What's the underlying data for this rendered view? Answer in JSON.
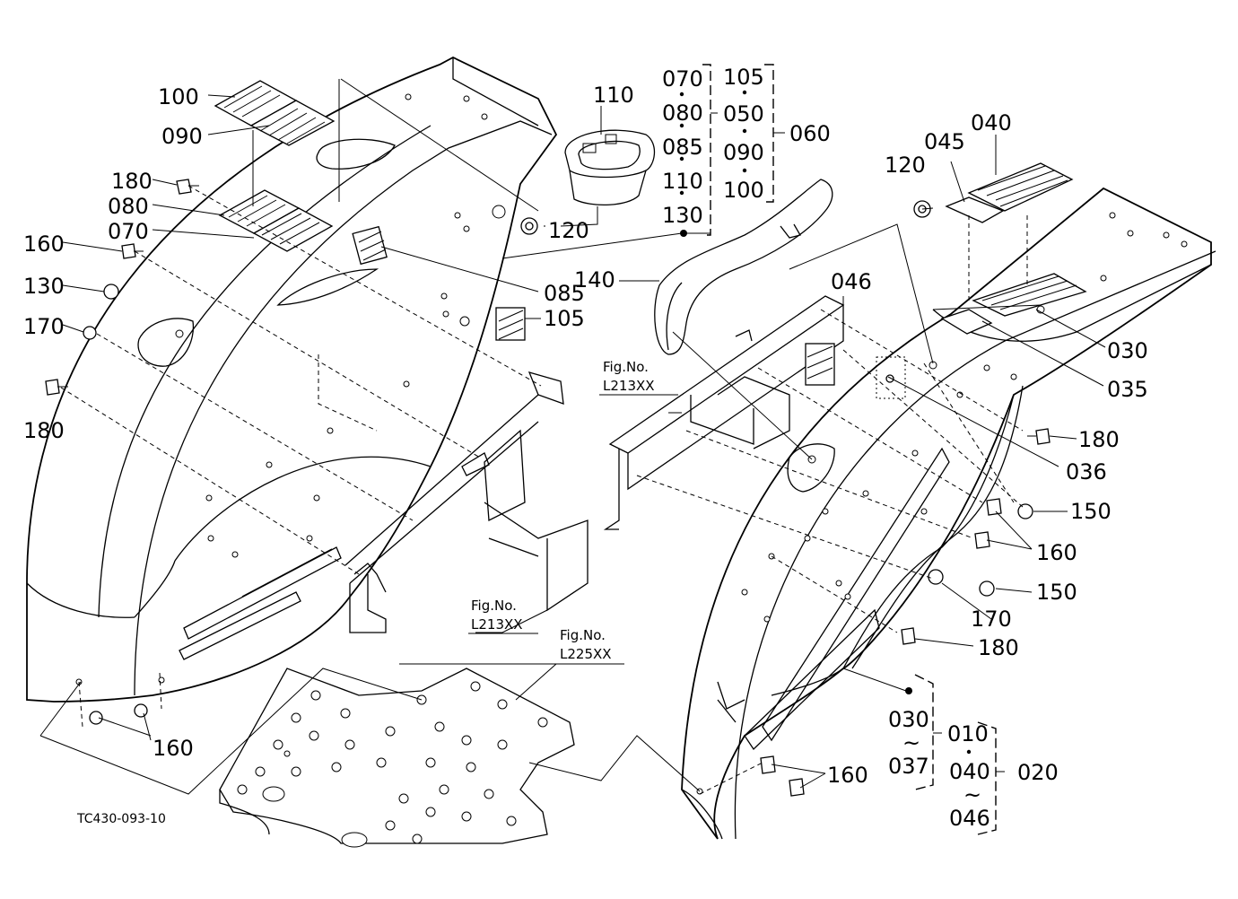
{
  "diagram": {
    "left_callouts": {
      "c100": "100",
      "c090": "090",
      "c180a": "180",
      "c080": "080",
      "c070": "070",
      "c160a": "160",
      "c130": "130",
      "c170a": "170",
      "c180b": "180",
      "c160b": "160"
    },
    "center_callouts": {
      "c110": "110",
      "c120a": "120",
      "c085": "085",
      "c105": "105",
      "c140": "140"
    },
    "group_060": {
      "left_column": [
        "070",
        "080",
        "085",
        "110",
        "130"
      ],
      "right_column": [
        "105",
        "050",
        "090",
        "100"
      ],
      "label": "060"
    },
    "right_callouts": {
      "c040": "040",
      "c045": "045",
      "c120b": "120",
      "c046": "046",
      "c030": "030",
      "c035": "035",
      "c180c": "180",
      "c036": "036",
      "c150a": "150",
      "c160c": "160",
      "c150b": "150",
      "c170b": "170",
      "c180d": "180",
      "c160d": "160"
    },
    "group_020": {
      "range_a_from": "030",
      "range_a_tilde": "~",
      "range_a_to": "037",
      "label_010": "010",
      "range_b_from": "040",
      "range_b_tilde": "~",
      "range_b_to": "046",
      "label_020": "020"
    },
    "figure_refs": {
      "ref_center_title": "Fig.No.",
      "ref_center_code": "L213XX",
      "ref_left_title": "Fig.No.",
      "ref_left_code": "L213XX",
      "ref_plate_title": "Fig.No.",
      "ref_plate_code": "L225XX"
    },
    "drawing_code": "TC430-093-10"
  }
}
